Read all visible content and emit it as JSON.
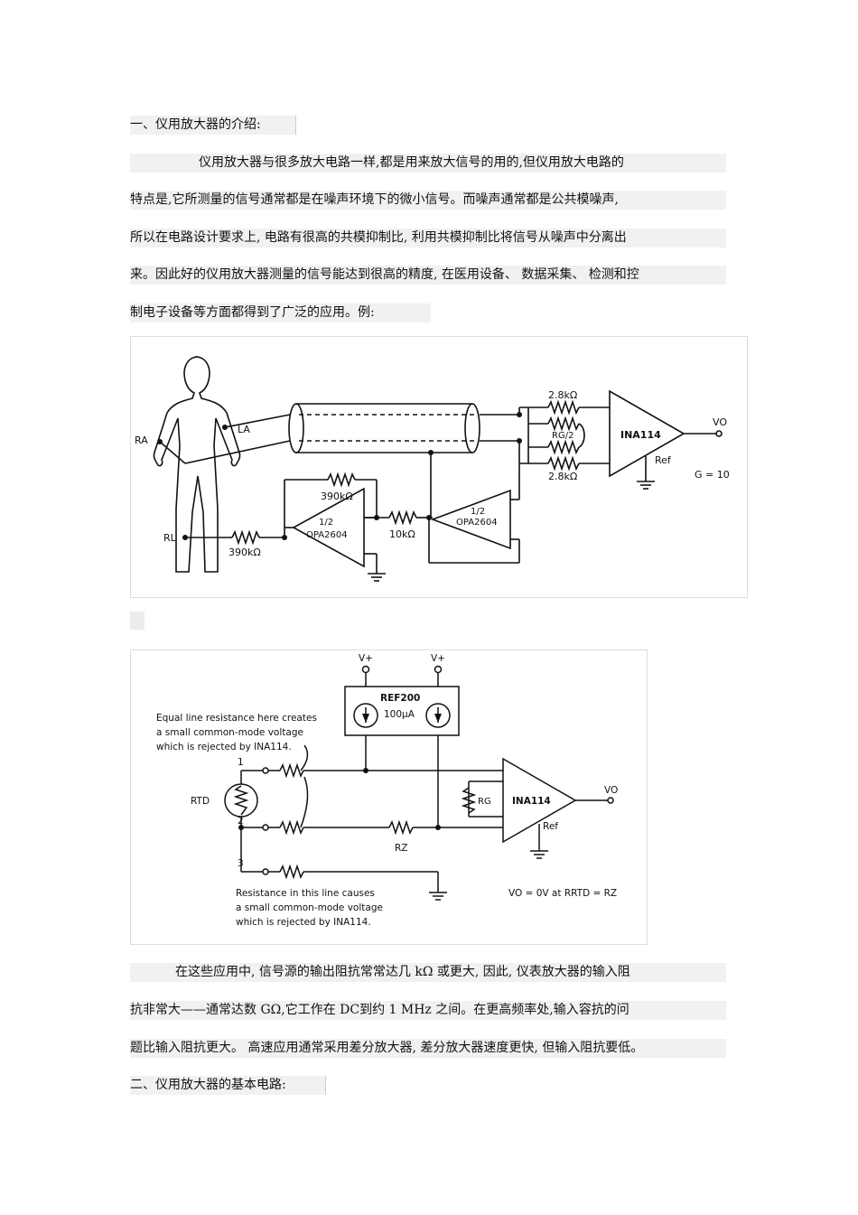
{
  "section1": {
    "heading": "一、仪用放大器的介绍:",
    "intro_lines": [
      "仪用放大器与很多放大电路一样,都是用来放大信号的用的,但仪用放大电路的",
      "特点是,它所测量的信号通常都是在噪声环境下的微小信号。而噪声通常都是公共模噪声,",
      "所以在电路设计要求上,      电路有很高的共模抑制比,      利用共模抑制比将信号从噪声中分离出",
      "来。因此好的仪用放大器测量的信号能达到很高的精度,          在医用设备、   数据采集、   检测和控",
      "制电子设备等方面都得到了广泛的应用。例:"
    ]
  },
  "figure1": {
    "labels": {
      "ra": "RA",
      "la": "LA",
      "rl": "RL",
      "r_top": "2.8kΩ",
      "r_bottom": "2.8kΩ",
      "rg": "RG/2",
      "amp": "INA114",
      "ref": "Ref",
      "vo": "VO",
      "gain": "G = 10",
      "r390_top": "390kΩ",
      "r390_bottom": "390kΩ",
      "r10k": "10kΩ",
      "opa_left_half": "1/2",
      "opa_left": "OPA2604",
      "opa_right_half": "1/2",
      "opa_right": "OPA2604"
    }
  },
  "figure2": {
    "labels": {
      "vplus1": "V+",
      "vplus2": "V+",
      "ref200": "REF200",
      "current": "100μA",
      "note_top": [
        "Equal line resistance here creates",
        "a small common-mode voltage",
        "which is rejected by INA114."
      ],
      "pin1": "1",
      "pin2": "2",
      "pin3": "3",
      "rtd": "RTD",
      "rg": "RG",
      "amp": "INA114",
      "ref": "Ref",
      "vo": "VO",
      "rz": "RZ",
      "note_bottom": [
        "Resistance in this line causes",
        "a small common-mode voltage",
        "which is rejected by INA114."
      ],
      "formula": "VO = 0V at RRTD = RZ"
    }
  },
  "section1_after": {
    "lines": [
      "在这些应用中,    信号源的输出阻抗常常达几      kΩ  或更大,   因此,  仪表放大器的输入阻",
      "抗非常大——通常达数     GΩ,它工作在     DC到约  1 MHz 之间。在更高频率处,输入容抗的问",
      "题比输入阻抗更大。  高速应用通常采用差分放大器,       差分放大器速度更快,     但输入阻抗要低。"
    ]
  },
  "section2": {
    "heading": "二、仪用放大器的基本电路:"
  }
}
